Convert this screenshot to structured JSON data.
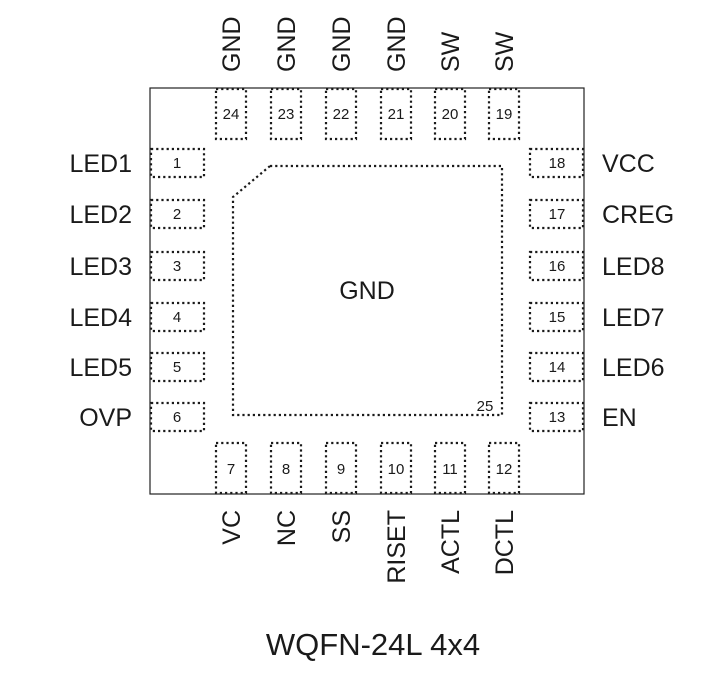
{
  "package": {
    "name": "WQFN-24L 4x4",
    "exposed_pad": {
      "number": "25",
      "label": "GND"
    }
  },
  "pins": {
    "left": [
      {
        "number": "1",
        "name": "LED1"
      },
      {
        "number": "2",
        "name": "LED2"
      },
      {
        "number": "3",
        "name": "LED3"
      },
      {
        "number": "4",
        "name": "LED4"
      },
      {
        "number": "5",
        "name": "LED5"
      },
      {
        "number": "6",
        "name": "OVP"
      }
    ],
    "bottom": [
      {
        "number": "7",
        "name": "VC"
      },
      {
        "number": "8",
        "name": "NC"
      },
      {
        "number": "9",
        "name": "SS"
      },
      {
        "number": "10",
        "name": "RISET"
      },
      {
        "number": "11",
        "name": "ACTL"
      },
      {
        "number": "12",
        "name": "DCTL"
      }
    ],
    "right": [
      {
        "number": "13",
        "name": "EN"
      },
      {
        "number": "14",
        "name": "LED6"
      },
      {
        "number": "15",
        "name": "LED7"
      },
      {
        "number": "16",
        "name": "LED8"
      },
      {
        "number": "17",
        "name": "CREG"
      },
      {
        "number": "18",
        "name": "VCC"
      }
    ],
    "top": [
      {
        "number": "19",
        "name": "SW"
      },
      {
        "number": "20",
        "name": "SW"
      },
      {
        "number": "21",
        "name": "GND"
      },
      {
        "number": "22",
        "name": "GND"
      },
      {
        "number": "23",
        "name": "GND"
      },
      {
        "number": "24",
        "name": "GND"
      }
    ]
  }
}
